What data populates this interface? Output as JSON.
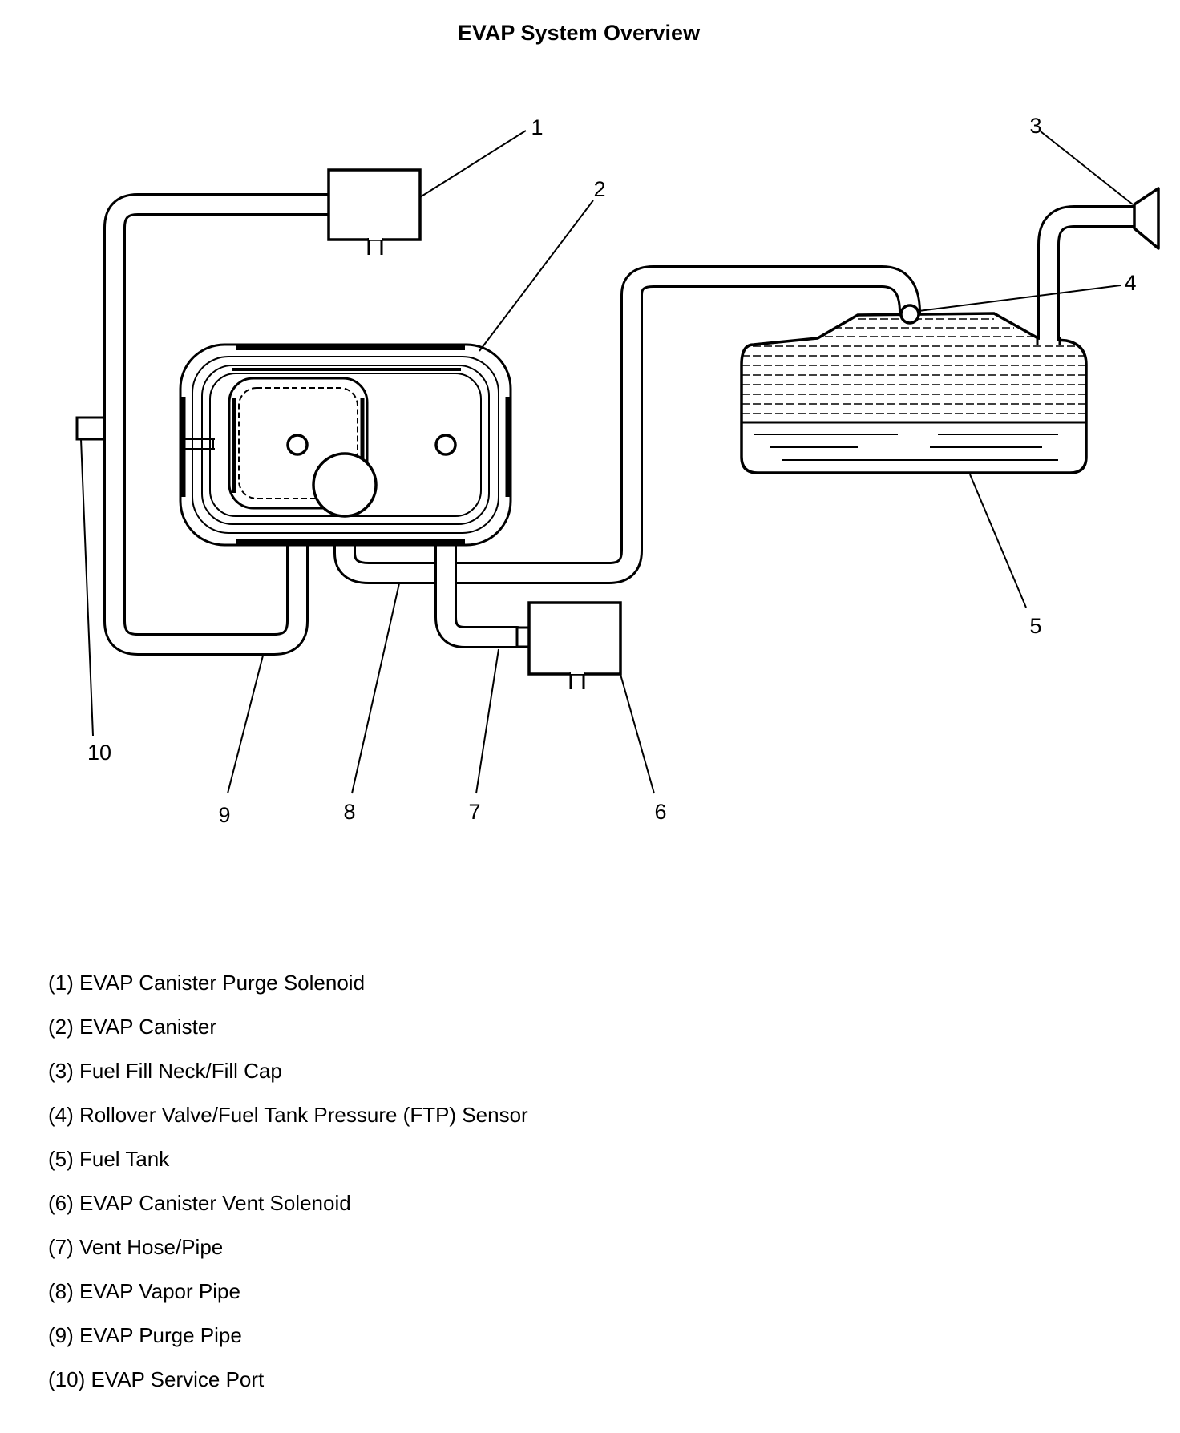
{
  "title": "EVAP System Overview",
  "callouts": [
    "1",
    "2",
    "3",
    "4",
    "5",
    "6",
    "7",
    "8",
    "9",
    "10"
  ],
  "legend": [
    "(1) EVAP Canister Purge Solenoid",
    "(2) EVAP Canister",
    "(3) Fuel Fill Neck/Fill Cap",
    "(4) Rollover Valve/Fuel Tank Pressure (FTP) Sensor",
    "(5) Fuel Tank",
    "(6) EVAP Canister Vent Solenoid",
    "(7) Vent Hose/Pipe",
    "(8) EVAP Vapor Pipe",
    "(9) EVAP Purge Pipe",
    "(10) EVAP Service Port"
  ]
}
